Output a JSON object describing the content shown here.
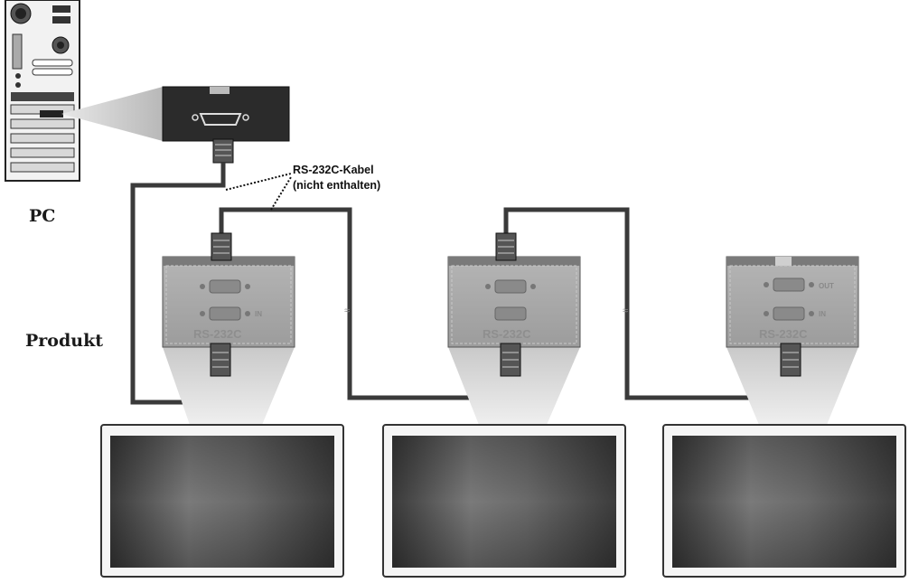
{
  "labels": {
    "pc": "PC",
    "product": "Produkt",
    "cable_line1": "RS-232C-Kabel",
    "cable_line2": "(nicht enthalten)"
  },
  "products": [
    {
      "id": "product-1",
      "port_label": "RS-232C",
      "out_label": "",
      "in_label": "IN"
    },
    {
      "id": "product-2",
      "port_label": "RS-232C",
      "out_label": "",
      "in_label": ""
    },
    {
      "id": "product-3",
      "port_label": "RS-232C",
      "out_label": "OUT",
      "in_label": "IN"
    }
  ],
  "colors": {
    "cable": "#3a3a3a",
    "panel_fill": "#a9a9a9",
    "panel_dark": "#2a2a2a",
    "monitor_frame": "#f4f4f4",
    "monitor_screen_dark": "#3c3c3c",
    "monitor_screen_light": "#8c8c8c"
  }
}
